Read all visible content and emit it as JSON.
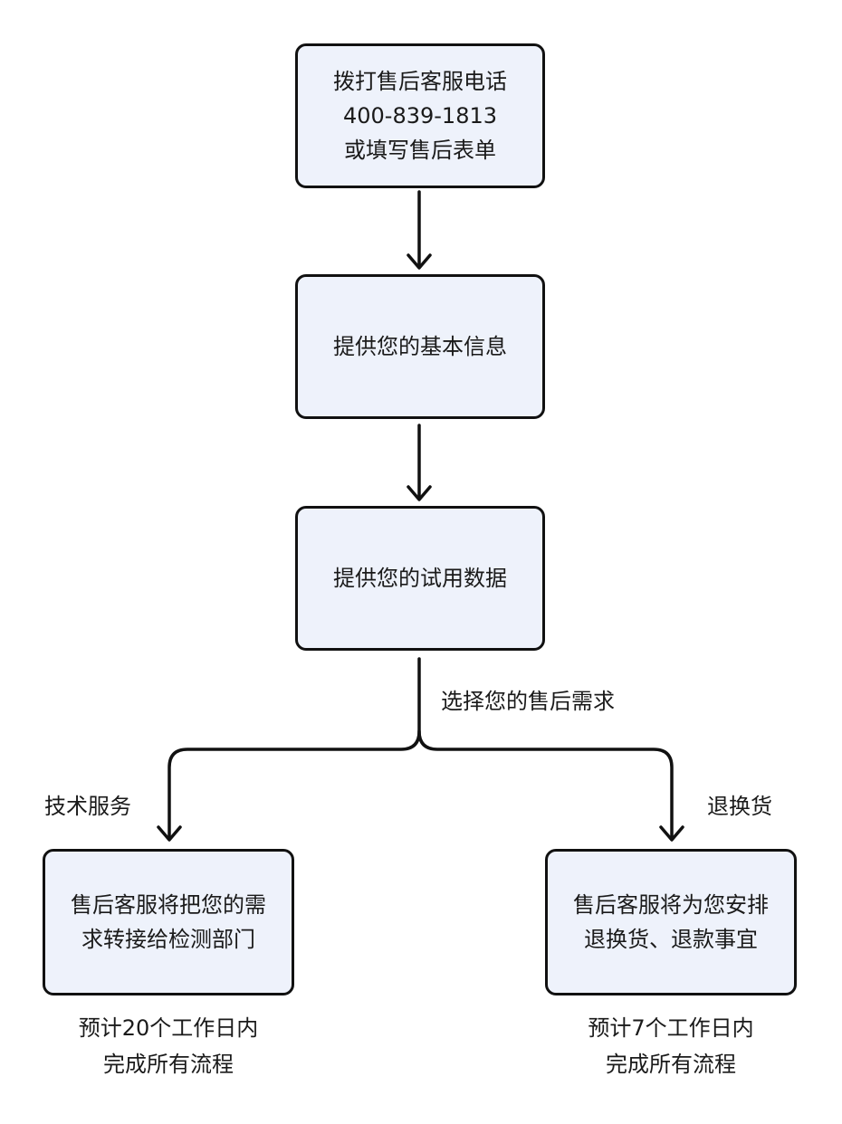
{
  "flowchart": {
    "step1": {
      "lines": [
        "拨打售后客服电话",
        "400-839-1813",
        "或填写售后表单"
      ]
    },
    "step2": {
      "text": "提供您的基本信息"
    },
    "step3": {
      "text": "提供您的试用数据"
    },
    "branch_label": "选择您的售后需求",
    "left_branch": {
      "edge_label": "技术服务",
      "box_lines": [
        "售后客服将把您的需",
        "求转接给检测部门"
      ],
      "note_lines": [
        "预计20个工作日内",
        "完成所有流程"
      ]
    },
    "right_branch": {
      "edge_label": "退换货",
      "box_lines": [
        "售后客服将为您安排",
        "退换货、退款事宜"
      ],
      "note_lines": [
        "预计7个工作日内",
        "完成所有流程"
      ]
    }
  }
}
